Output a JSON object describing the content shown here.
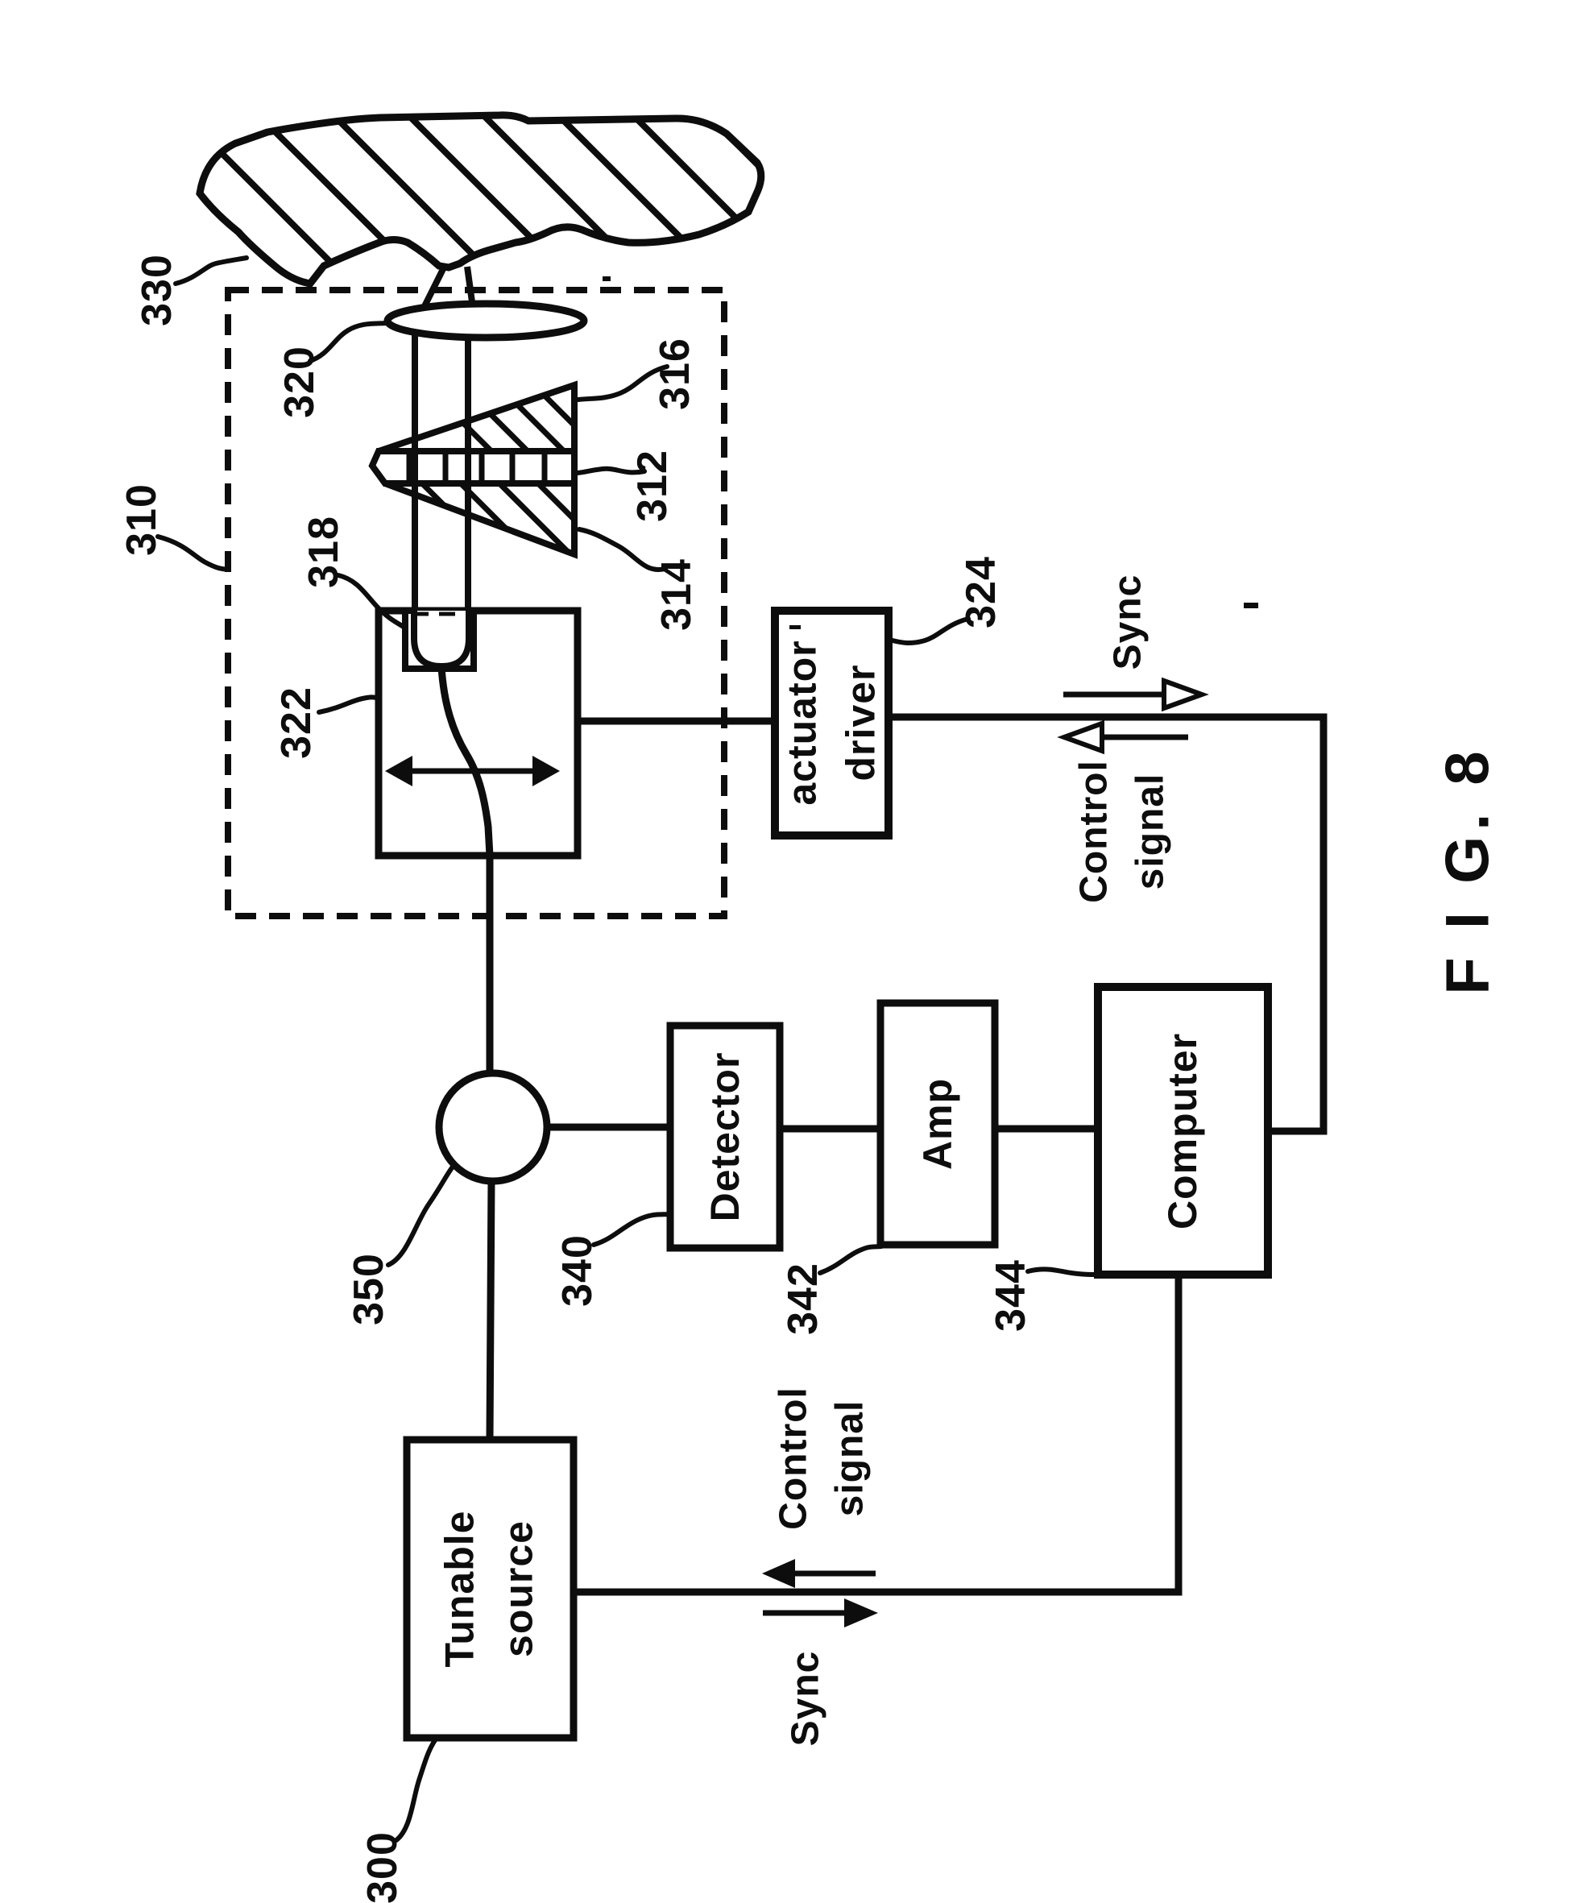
{
  "figure_label": "F I G. 8",
  "boxes": {
    "tunable_source": {
      "line1": "Tunable",
      "line2": "source"
    },
    "detector": {
      "label": "Detector"
    },
    "amp": {
      "label": "Amp"
    },
    "computer": {
      "label": "Computer"
    },
    "actuator_driver": {
      "line1": "actuator",
      "line2": "driver"
    }
  },
  "signals": {
    "upper": {
      "sync": "Sync",
      "control_line1": "Control",
      "control_line2": "signal"
    },
    "lower": {
      "sync": "Sync",
      "control_line1": "Control",
      "control_line2": "signal"
    }
  },
  "ref_numerals": {
    "r300": "300",
    "r310": "310",
    "r312": "312",
    "r314": "314",
    "r316": "316",
    "r318": "318",
    "r320": "320",
    "r322": "322",
    "r324": "324",
    "r330": "330",
    "r340": "340",
    "r342": "342",
    "r344": "344",
    "r350": "350"
  }
}
